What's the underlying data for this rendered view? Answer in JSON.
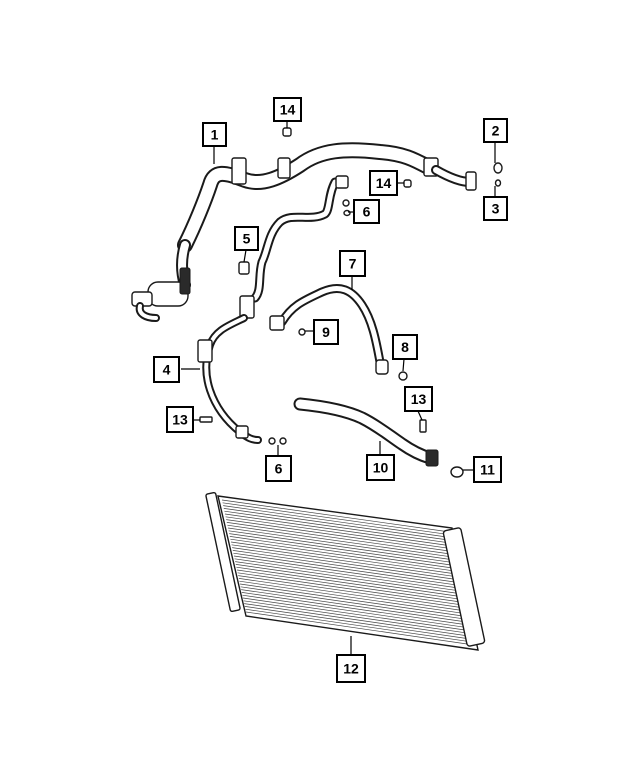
{
  "diagram": {
    "callouts": [
      {
        "id": "c1",
        "label": "1"
      },
      {
        "id": "c2",
        "label": "2"
      },
      {
        "id": "c3",
        "label": "3"
      },
      {
        "id": "c4",
        "label": "4"
      },
      {
        "id": "c5",
        "label": "5"
      },
      {
        "id": "c6a",
        "label": "6"
      },
      {
        "id": "c6b",
        "label": "6"
      },
      {
        "id": "c7",
        "label": "7"
      },
      {
        "id": "c8",
        "label": "8"
      },
      {
        "id": "c9",
        "label": "9"
      },
      {
        "id": "c10",
        "label": "10"
      },
      {
        "id": "c11",
        "label": "11"
      },
      {
        "id": "c12",
        "label": "12"
      },
      {
        "id": "c13a",
        "label": "13"
      },
      {
        "id": "c13b",
        "label": "13"
      },
      {
        "id": "c14a",
        "label": "14"
      },
      {
        "id": "c14b",
        "label": "14"
      }
    ]
  },
  "colors": {
    "line": "#1a1a1a",
    "background": "#ffffff"
  }
}
